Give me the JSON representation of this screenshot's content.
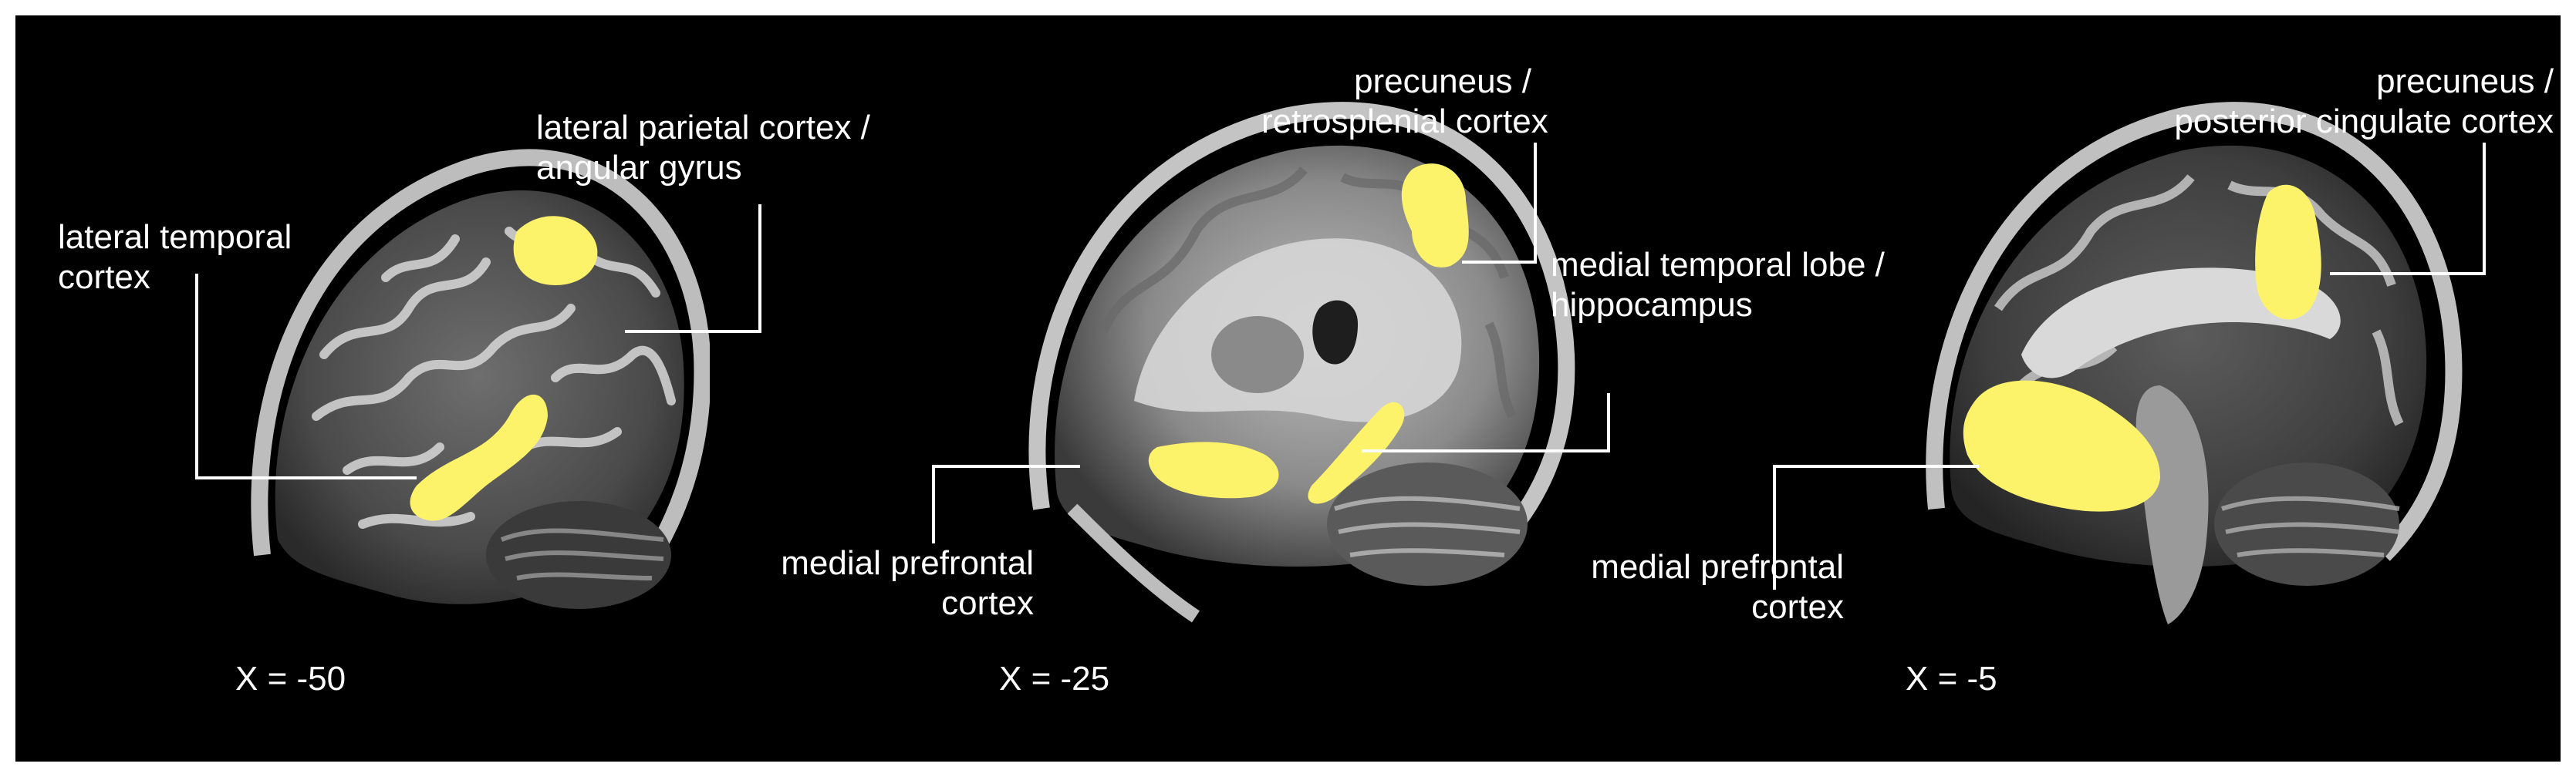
{
  "colors": {
    "background": "#000000",
    "activation": "#fdf36b",
    "text": "#ffffff"
  },
  "panels": [
    {
      "coordinate": "X = -50",
      "labels": {
        "lateral_temporal": [
          "lateral temporal",
          "cortex"
        ],
        "lateral_parietal": [
          "lateral parietal cortex /",
          "angular gyrus"
        ]
      }
    },
    {
      "coordinate": "X = -25",
      "labels": {
        "precuneus_retrosplenial": [
          "precuneus /",
          "retrosplenial cortex"
        ],
        "medial_temporal": [
          "medial temporal lobe /",
          "hippocampus"
        ],
        "medial_prefrontal": [
          "medial prefrontal",
          "cortex"
        ]
      }
    },
    {
      "coordinate": "X = -5",
      "labels": {
        "precuneus_posterior_cingulate": [
          "precuneus /",
          "posterior cingulate cortex"
        ],
        "medial_prefrontal": [
          "medial prefrontal",
          "cortex"
        ]
      }
    }
  ]
}
